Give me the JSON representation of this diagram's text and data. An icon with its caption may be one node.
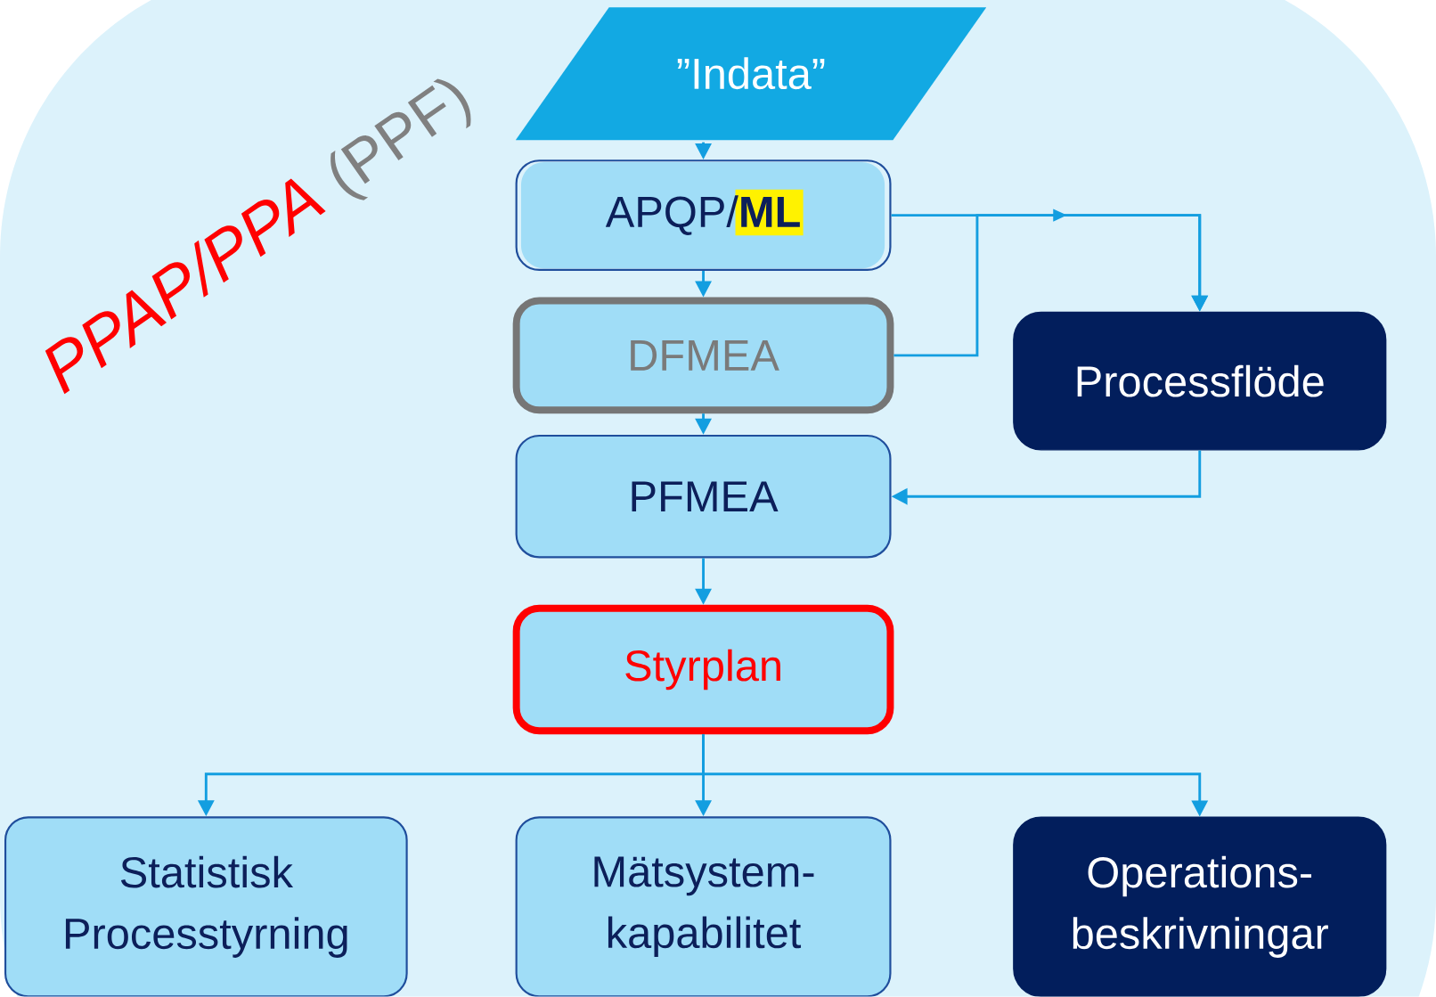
{
  "diagram": {
    "nodes": [
      {
        "text": [
          "”Indata”"
        ]
      },
      {
        "text": [
          "APQP/**ML**"
        ]
      },
      {
        "text": [
          "DFMEA"
        ]
      },
      {
        "text": [
          "Processflöde"
        ]
      },
      {
        "text": [
          "PFMEA"
        ]
      },
      {
        "text": [
          "Styrplan"
        ]
      },
      {
        "text": [
          "Statistisk Processtyrning"
        ]
      },
      {
        "text": [
          "Mätsystem- kapabilitet"
        ]
      },
      {
        "text": [
          "Operations- beskrivningar"
        ]
      }
    ],
    "edges": [
      {
        "from": 0,
        "to": 1,
        "arrow": "to"
      },
      {
        "from": 1,
        "to": 2,
        "arrow": "to"
      },
      {
        "from": 2,
        "to": 4,
        "arrow": "to"
      },
      {
        "from": 1,
        "to": 3,
        "arrow": "to"
      },
      {
        "from": 2,
        "to": 3,
        "arrow": "to"
      },
      {
        "from": 3,
        "to": 4,
        "arrow": "to"
      },
      {
        "from": 4,
        "to": 5,
        "arrow": "to"
      },
      {
        "from": 5,
        "to": 6,
        "arrow": "to"
      },
      {
        "from": 5,
        "to": 7,
        "arrow": "to"
      },
      {
        "from": 5,
        "to": 8,
        "arrow": "to"
      }
    ],
    "labels": [
      "PPAP/PPA",
      "(PPF)"
    ]
  }
}
